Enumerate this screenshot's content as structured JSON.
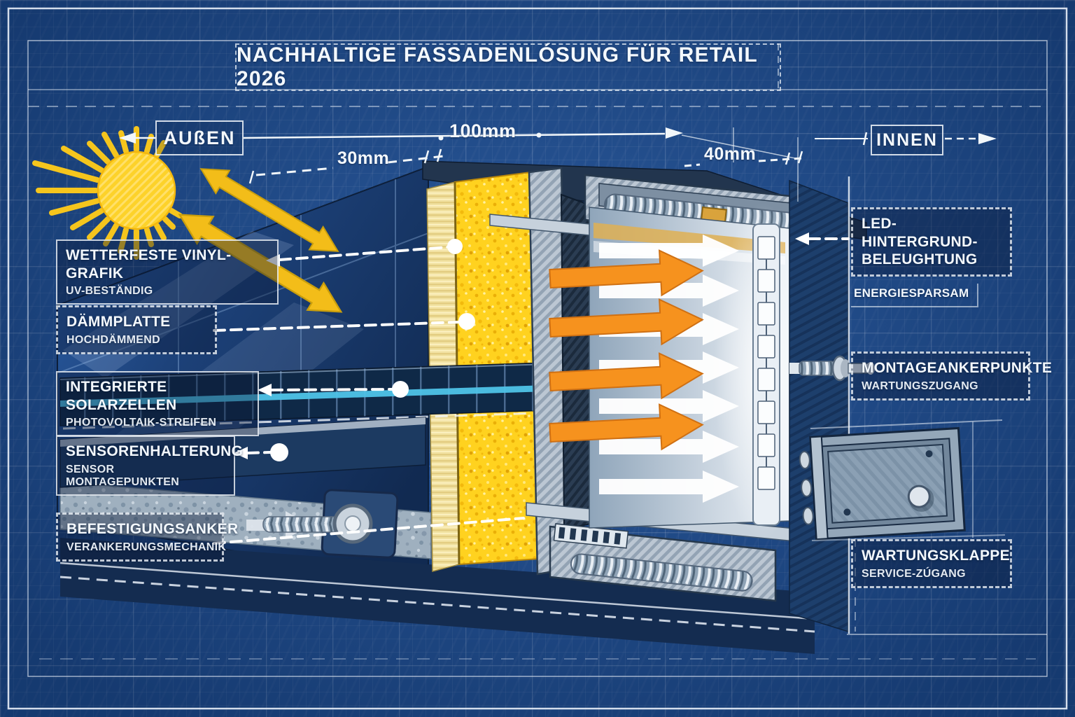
{
  "page": {
    "title": "NACHHALTIGE FASSADENLÓSUNG FÜR RETAIL 2026"
  },
  "dimension_row": {
    "outside": "AUßEN",
    "inside": "INNEN",
    "dims": [
      "30mm",
      "100mm",
      "40mm"
    ]
  },
  "callouts": {
    "left": [
      {
        "title": "WETTERFESTE VINYL-GRAFIK",
        "subtitle": "UV-BESTÄNDIG"
      },
      {
        "title": "DÄMMPLATTE",
        "subtitle": "HOCHDÄMMEND"
      },
      {
        "title": "INTEGRIERTE SOLARZELLEN",
        "subtitle": "PHOTOVOLTAIK-STREIFEN"
      },
      {
        "title": "SENSORENHALTERUNG",
        "subtitle": "SENSOR MONTAGEPUNKTEN"
      },
      {
        "title": "BEFESTIGUNGSANKER",
        "subtitle": "VERANKERUNGSMECHANIK"
      }
    ],
    "right": [
      {
        "title": "LED-HINTERGRUND-BELEUGHTUNG",
        "subtitle": "ENERGIESPARSAM"
      },
      {
        "title": "MONTAGEANKERPUNKTE",
        "subtitle": "WARTUNGSZUGANG"
      },
      {
        "title": "WARTUNGSKLAPPE",
        "subtitle": "SERVICE-ZÚGANG"
      }
    ]
  },
  "colors": {
    "blueprint_bg": "#1f5096",
    "line_white": "#f3f8fd",
    "sun_yellow": "#ffd32a",
    "insulation_yellow": "#ffd21f",
    "heat_orange": "#f6921e",
    "solar_cyan": "#4fc3e8",
    "steel_gray": "#b9c4d1",
    "dark_navy": "#142c50"
  }
}
